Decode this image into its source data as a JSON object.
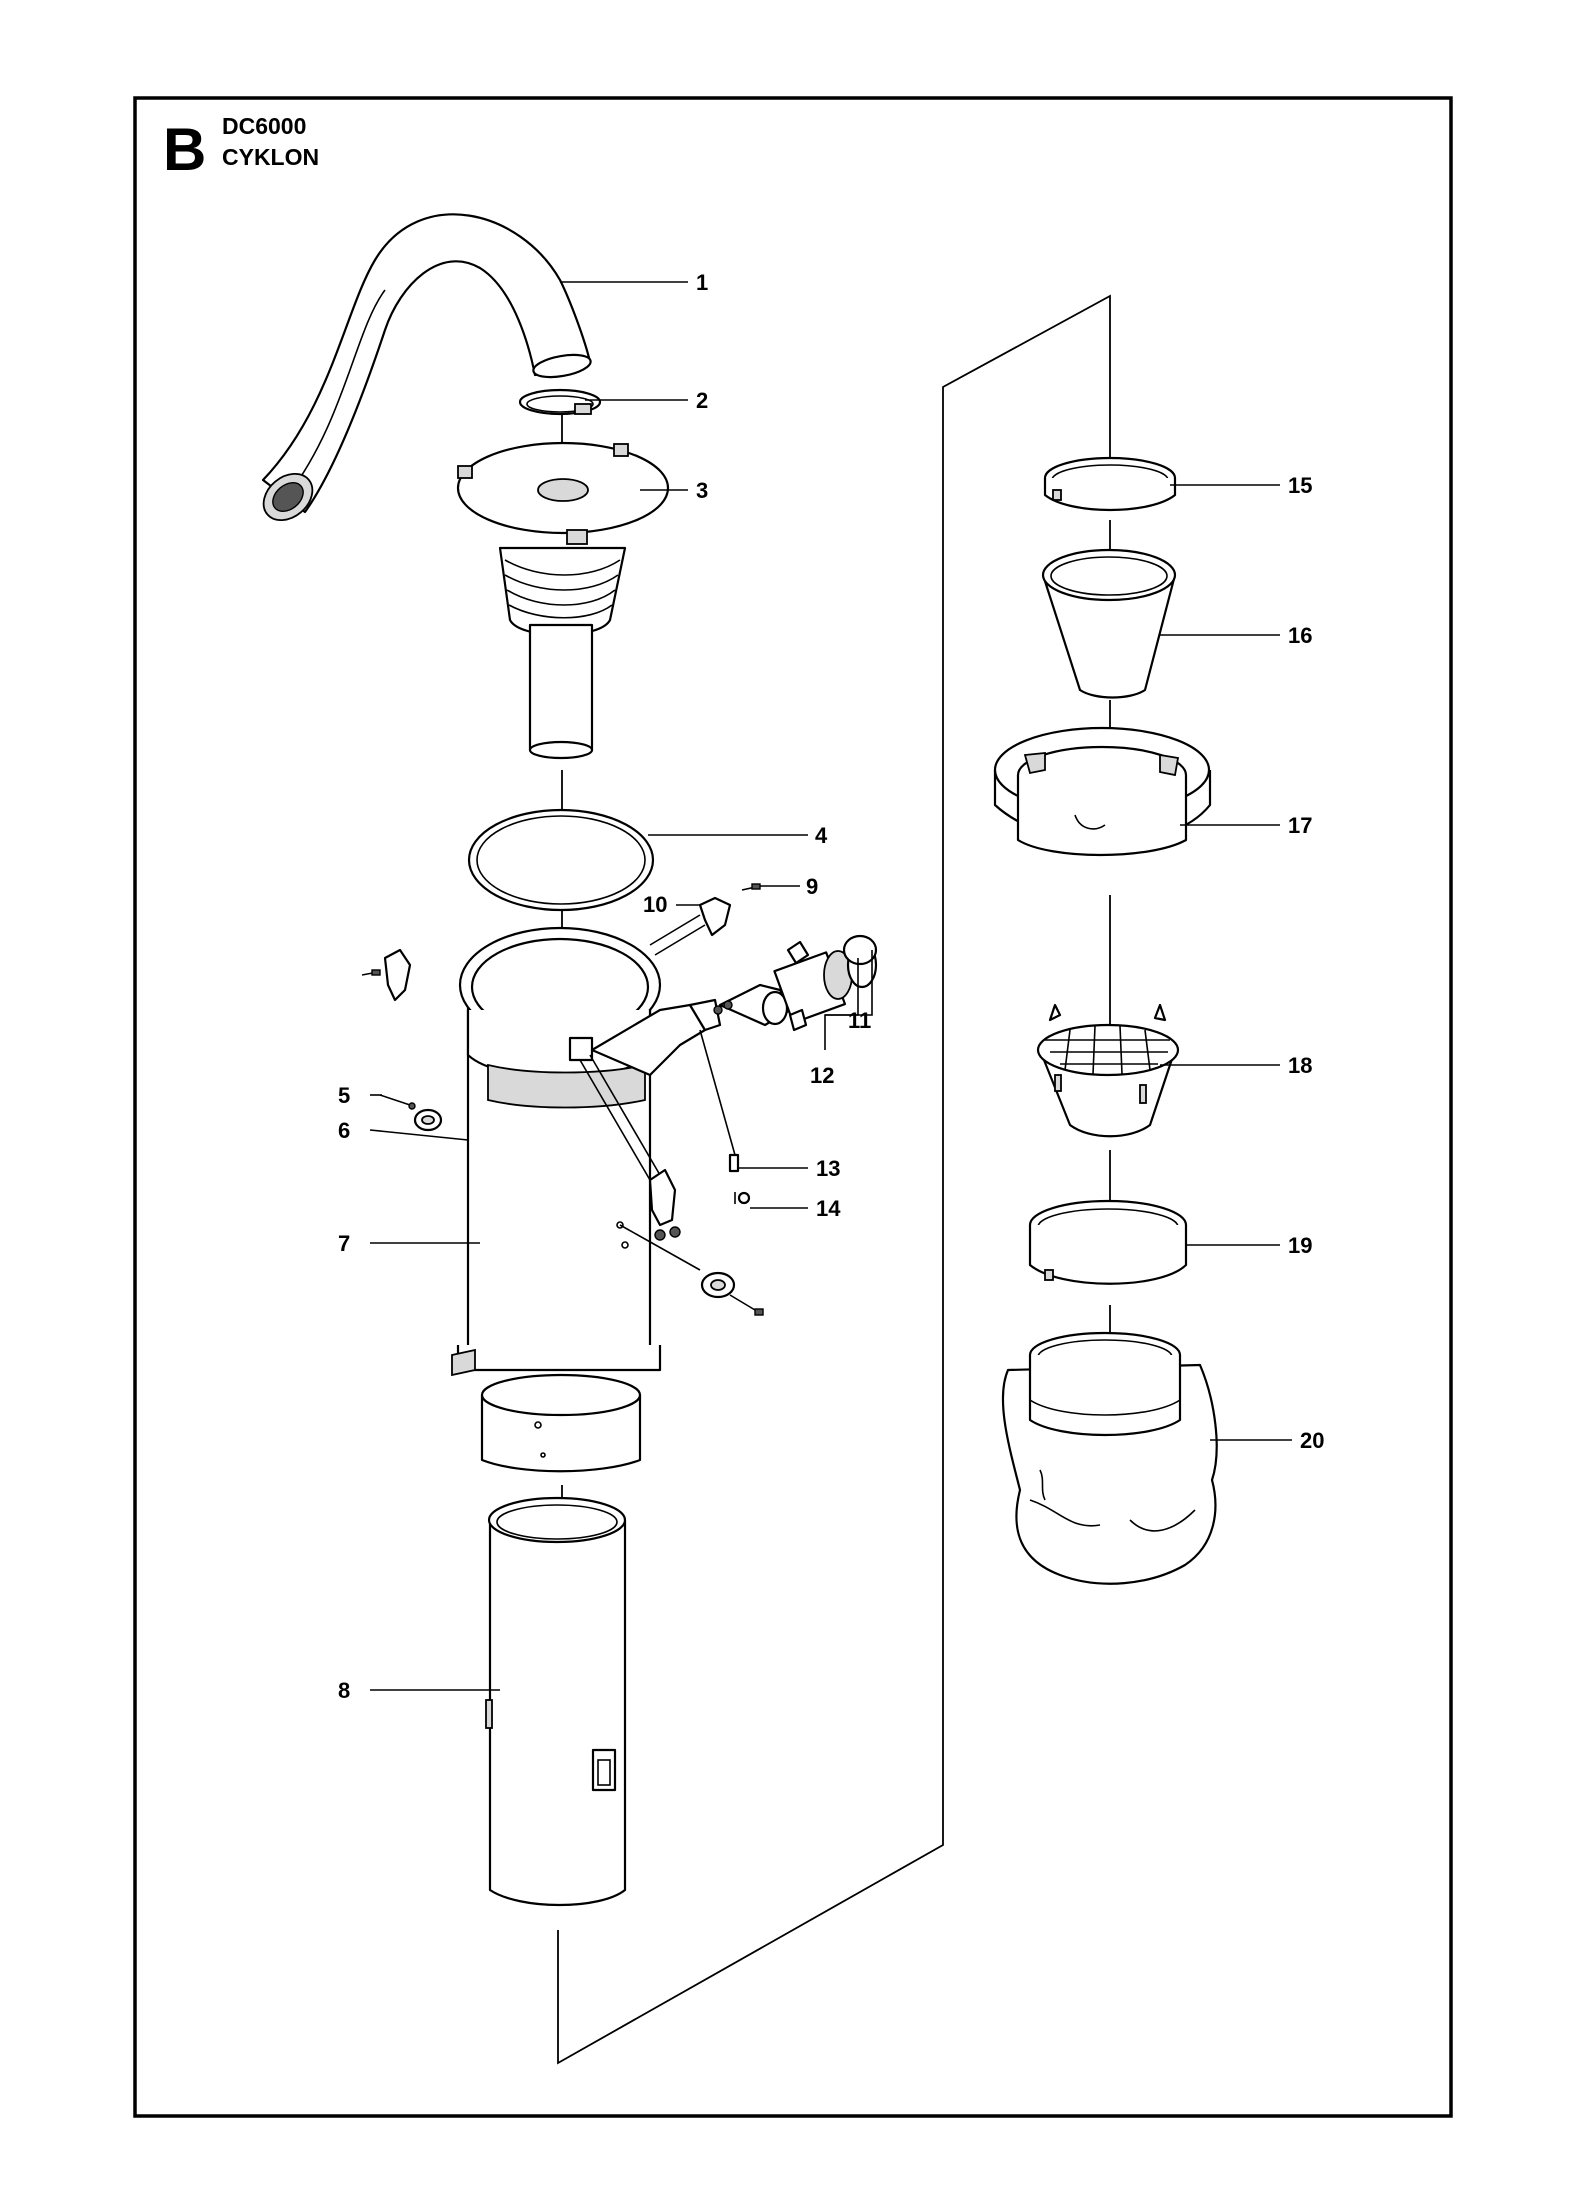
{
  "header": {
    "section_letter": "B",
    "model": "DC6000",
    "title": "CYKLON"
  },
  "callouts": [
    "1",
    "2",
    "3",
    "4",
    "5",
    "6",
    "7",
    "8",
    "9",
    "10",
    "11",
    "12",
    "13",
    "14",
    "15",
    "16",
    "17",
    "18",
    "19",
    "20"
  ]
}
